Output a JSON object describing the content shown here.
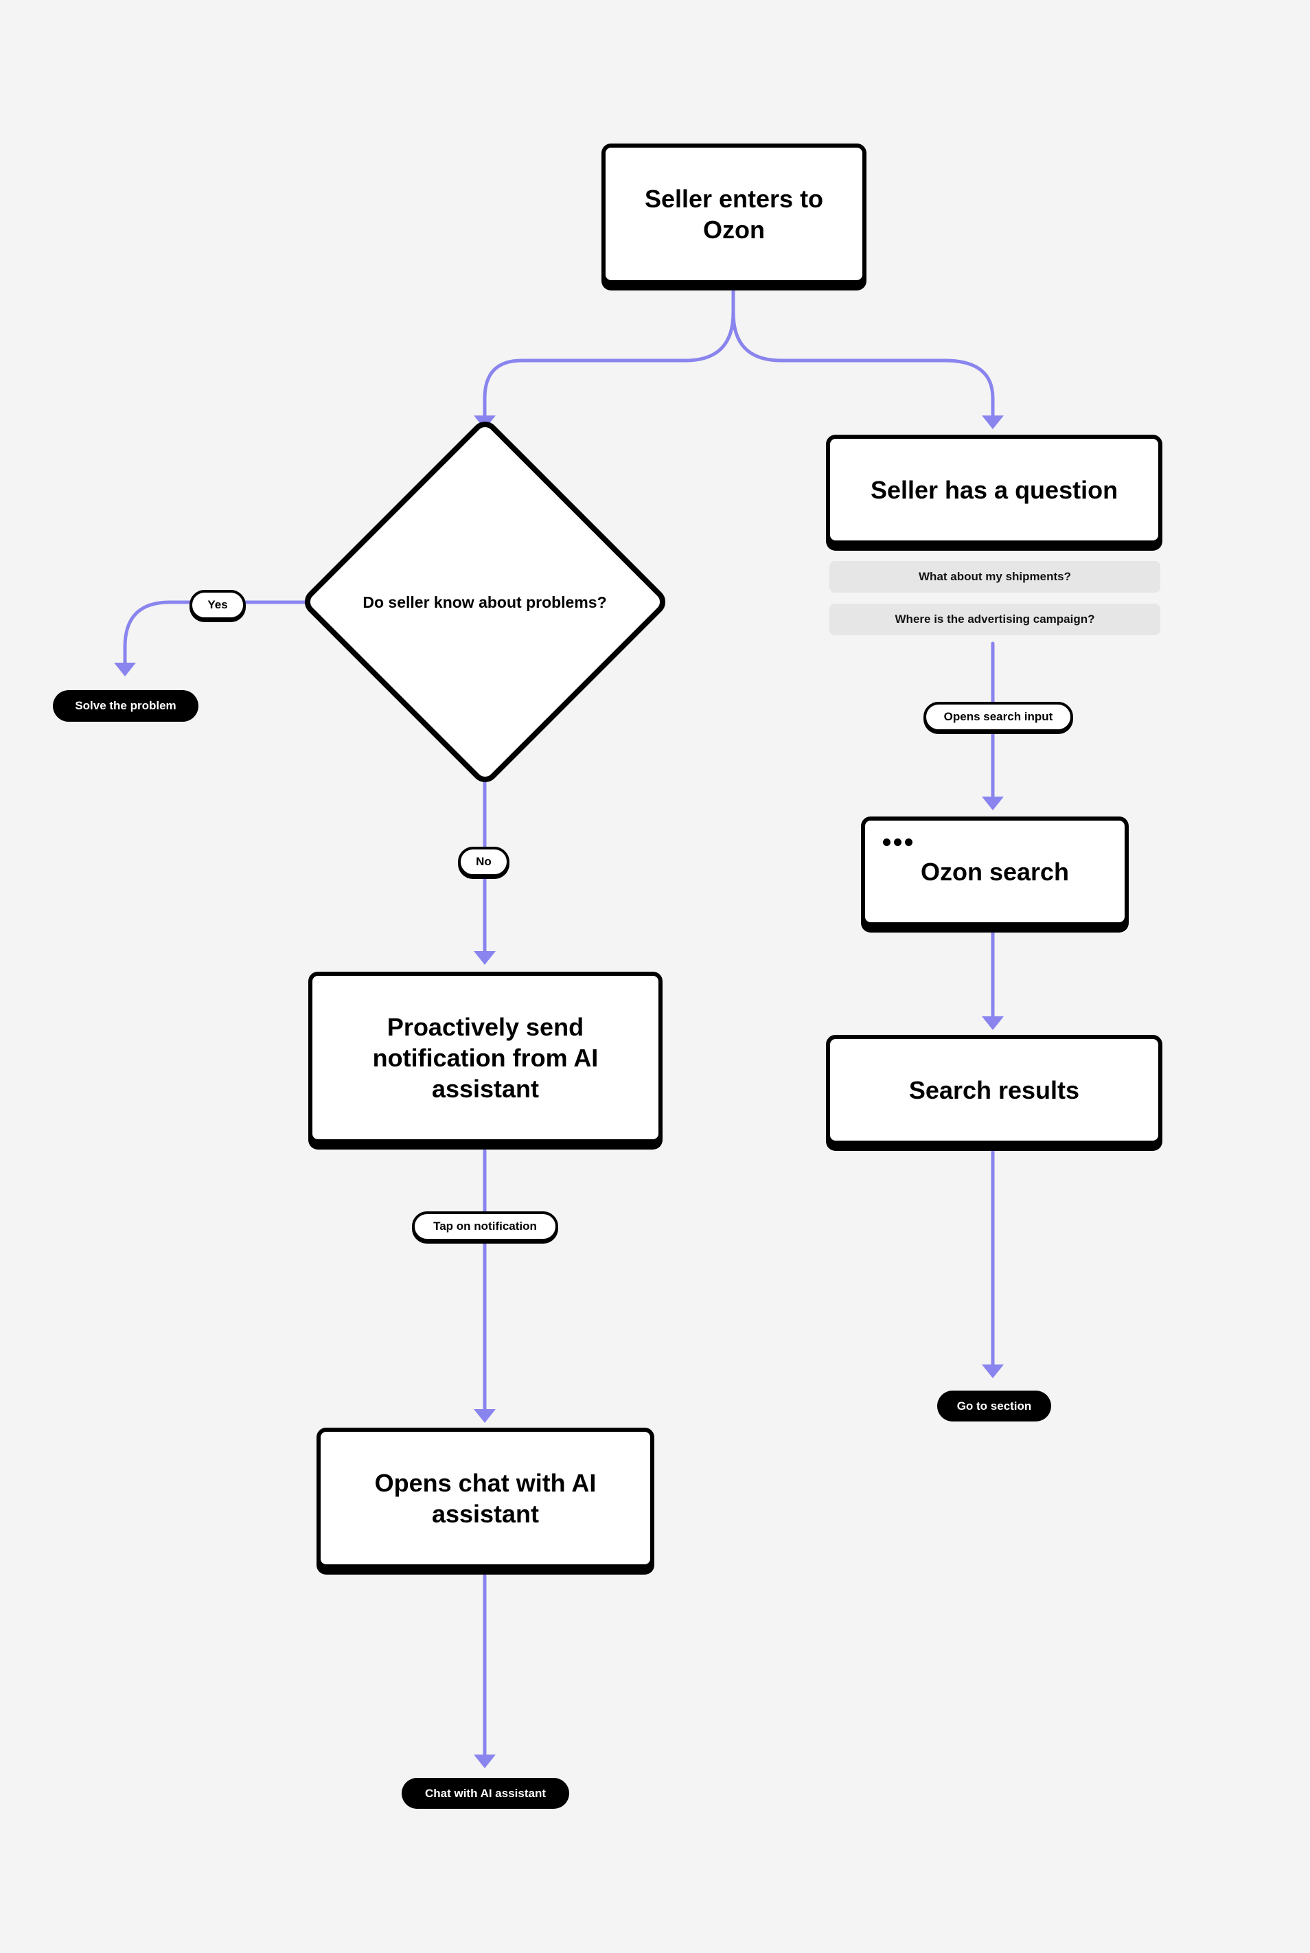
{
  "colors": {
    "connector": "#8a84ee",
    "outline": "#000000",
    "background": "#f4f4f4",
    "chip_fill": "#e6e6e6"
  },
  "nodes": {
    "start": "Seller enters to Ozon",
    "decision": "Do seller know about problems?",
    "question": "Seller has a question",
    "search": "Ozon search",
    "results": "Search results",
    "notify": "Proactively send notification from AI assistant",
    "chat": "Opens chat with AI assistant"
  },
  "questions": [
    "What about my shipments?",
    "Where is the advertising campaign?"
  ],
  "edge_labels": {
    "yes": "Yes",
    "no": "No",
    "opens_search": "Opens search input",
    "tap_notification": "Tap on notification"
  },
  "terminals": {
    "solve": "Solve the problem",
    "go_section": "Go to section",
    "chat_ai": "Chat with AI assistant"
  },
  "icons": {
    "search_window": "three-dots-window-icon"
  }
}
